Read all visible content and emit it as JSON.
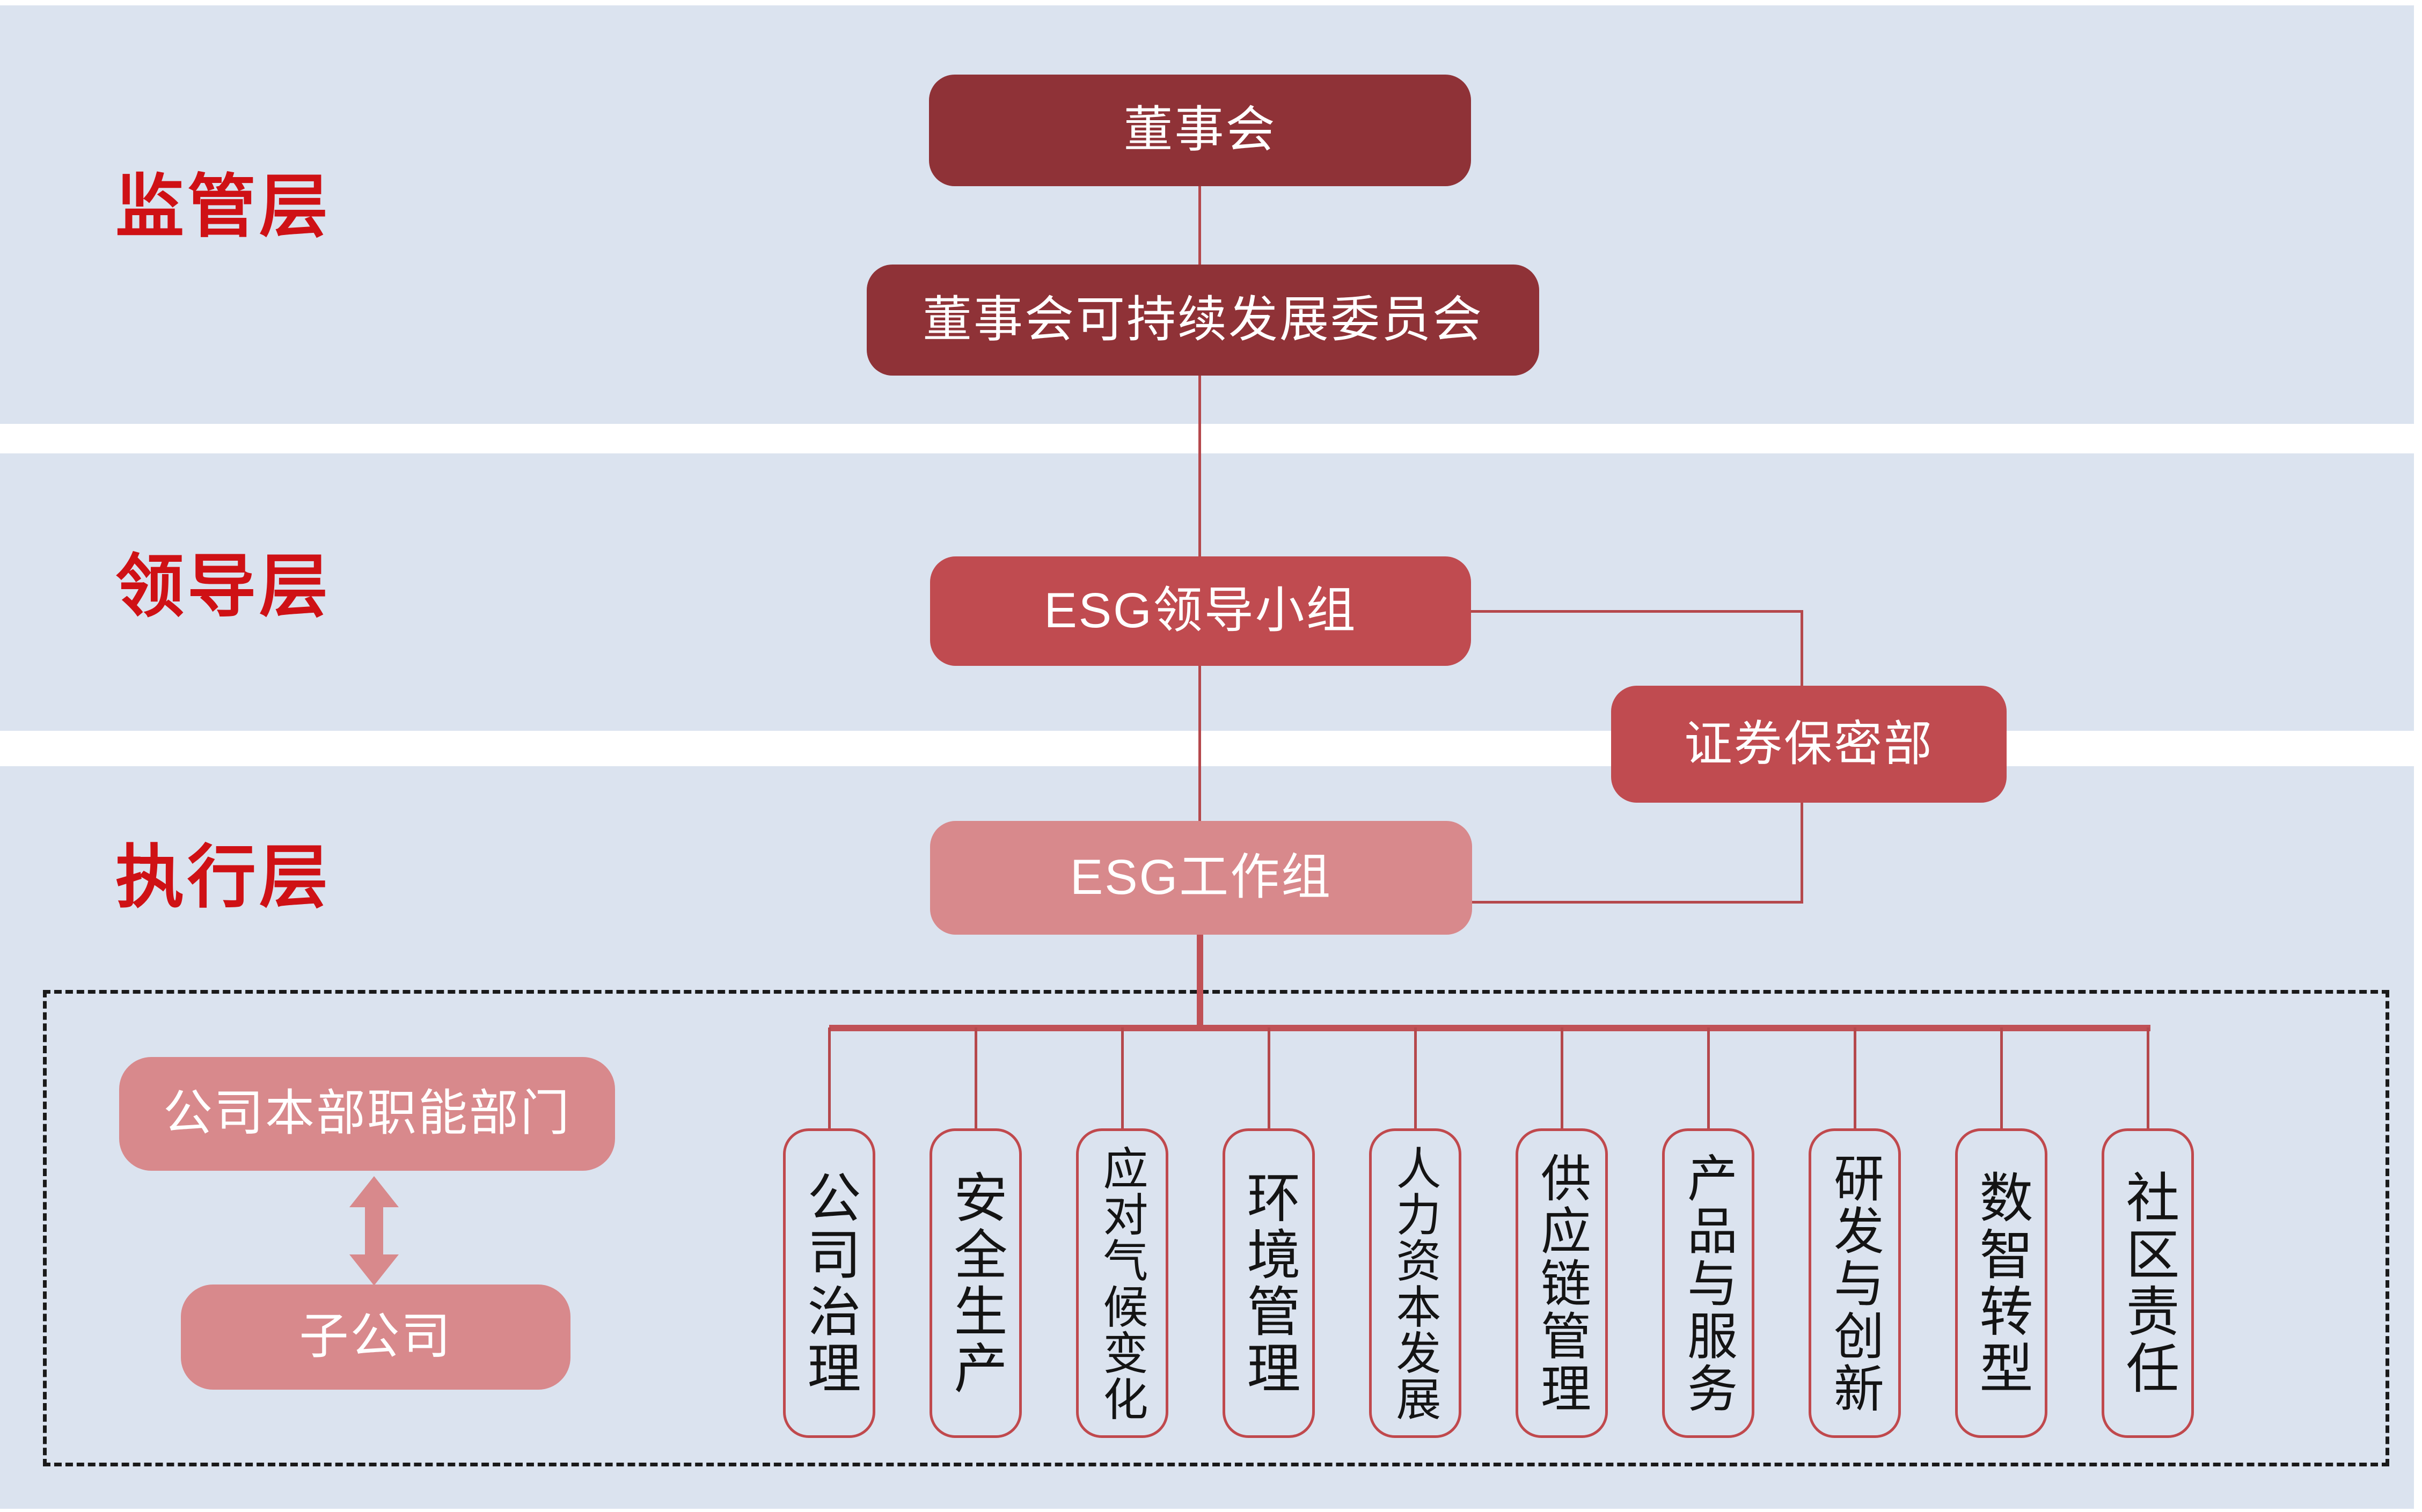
{
  "layers": [
    {
      "label": "监管层"
    },
    {
      "label": "领导层"
    },
    {
      "label": "执行层"
    }
  ],
  "nodes": {
    "board": {
      "label": "董事会"
    },
    "sustainability_committee": {
      "label": "董事会可持续发展委员会"
    },
    "esg_leading_group": {
      "label": "ESG领导小组"
    },
    "securities_confidentiality_dept": {
      "label": "证券保密部"
    },
    "esg_working_group": {
      "label": "ESG工作组"
    },
    "hq_functional_departments": {
      "label": "公司本部职能部门"
    },
    "subsidiaries": {
      "label": "子公司"
    }
  },
  "execution_units": [
    "公司治理",
    "安全生产",
    "应对气候变化",
    "环境管理",
    "人力资本发展",
    "供应链管理",
    "产品与服务",
    "研发与创新",
    "数智转型",
    "社区责任"
  ],
  "colors": {
    "band_blue": "#dbe3ef",
    "dark_red": "#8f3237",
    "mid_red": "#c04b50",
    "pink": "#d8898c",
    "label_red": "#cf1115",
    "line_red": "#b5484c",
    "unit_border_red": "#c0494d",
    "unit_text": "#141414"
  }
}
